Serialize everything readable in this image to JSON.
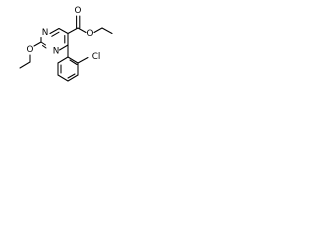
{
  "molecule": {
    "atoms": {
      "n_ring_top": "N",
      "n_ring_bottom": "N",
      "o_carbonyl": "O",
      "o_ester": "O",
      "o_ethoxy": "O",
      "cl": "Cl"
    }
  }
}
